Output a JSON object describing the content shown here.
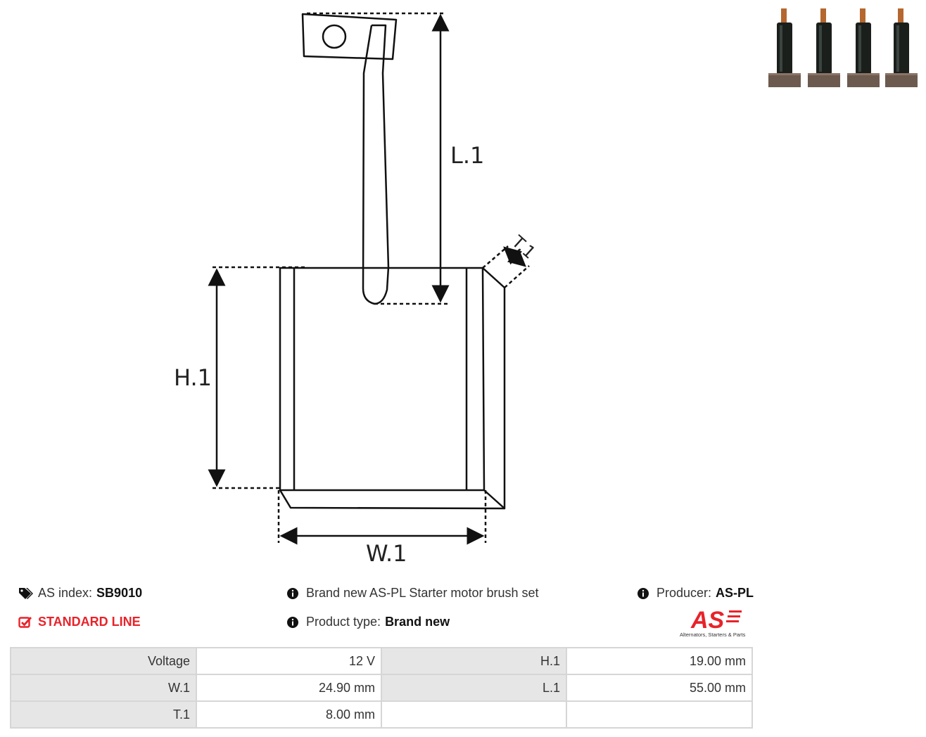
{
  "drawing": {
    "labels": {
      "l1": "L.1",
      "t1": "T.1",
      "h1": "H.1",
      "w1": "W.1"
    }
  },
  "photo": {
    "alt_icon": "brush-set-photo"
  },
  "info": {
    "as_index_label": "AS index:",
    "as_index_value": "SB9010",
    "line_label": "STANDARD LINE",
    "description": "Brand new AS-PL Starter motor brush set",
    "product_type_label": "Product type:",
    "product_type_value": "Brand new",
    "producer_label": "Producer:",
    "producer_value": "AS-PL",
    "logo_text": "AS",
    "logo_tagline": "Alternators, Starters & Parts"
  },
  "colors": {
    "accent_red": "#e8232a",
    "header_gray": "#e6e6e6",
    "border": "#d6d6d6"
  },
  "specs": {
    "rows": [
      [
        {
          "label": "Voltage",
          "value": "12 V"
        },
        {
          "label": "H.1",
          "value": "19.00 mm"
        }
      ],
      [
        {
          "label": "W.1",
          "value": "24.90 mm"
        },
        {
          "label": "L.1",
          "value": "55.00 mm"
        }
      ],
      [
        {
          "label": "T.1",
          "value": "8.00 mm"
        },
        {
          "label": "",
          "value": ""
        }
      ]
    ]
  }
}
